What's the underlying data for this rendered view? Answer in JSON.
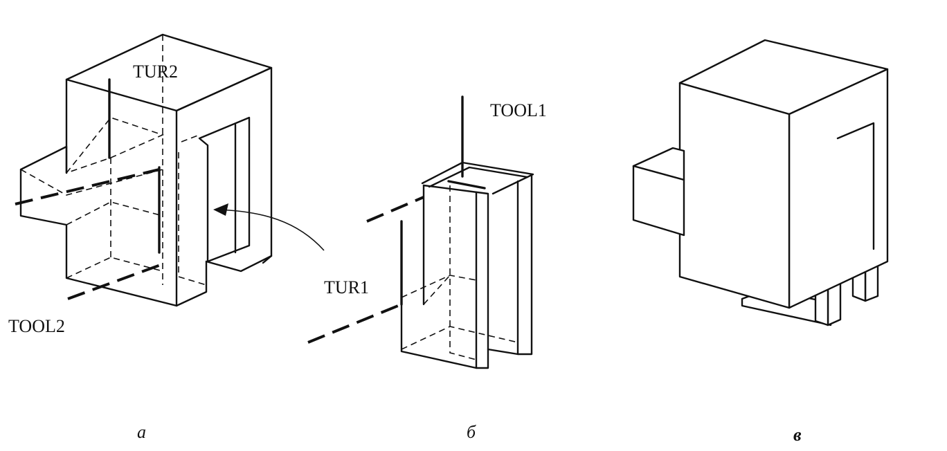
{
  "labels": {
    "tur2": "TUR2",
    "tool2": "TOOL2",
    "tool1": "TOOL1",
    "tur1": "TUR1"
  },
  "captions": {
    "a": "а",
    "b": "б",
    "v": "в"
  },
  "colors": {
    "ink": "#111111",
    "paper": "#ffffff"
  }
}
